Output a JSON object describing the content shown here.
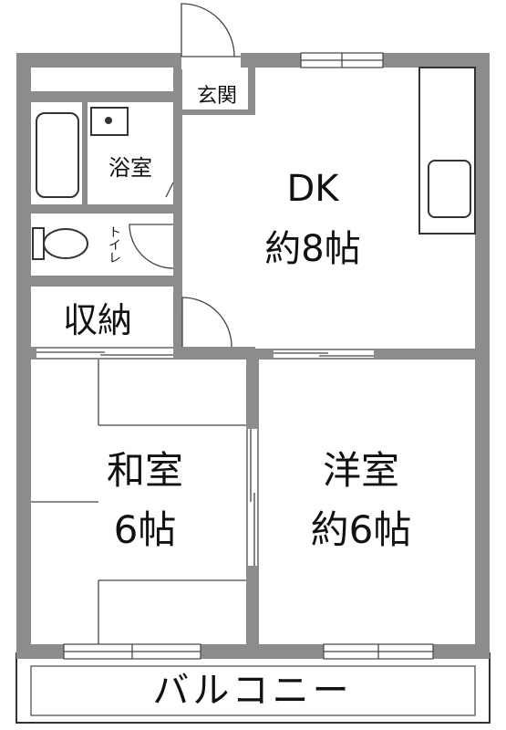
{
  "rooms": {
    "entrance": "玄関",
    "bath": "浴室",
    "toilet": "トイレ",
    "storage": "収納",
    "dk": {
      "name": "DK",
      "size": "約8帖"
    },
    "washitsu": {
      "name": "和室",
      "size": "6帖"
    },
    "youshitsu": {
      "name": "洋室",
      "size": "約6帖"
    },
    "balcony": "バルコニー"
  }
}
